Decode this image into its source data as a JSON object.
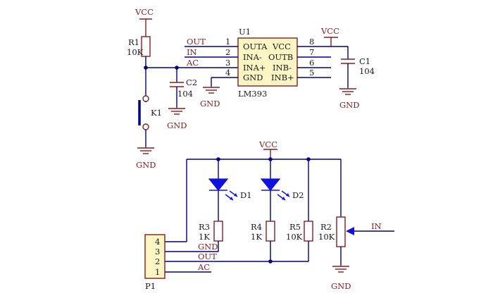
{
  "labels": {
    "vcc": "VCC",
    "gnd": "GND",
    "out": "OUT",
    "in": "IN",
    "ac": "AC"
  },
  "components": {
    "r1": {
      "ref": "R1",
      "value": "10K"
    },
    "r2": {
      "ref": "R2",
      "value": "10K"
    },
    "r3": {
      "ref": "R3",
      "value": "1K"
    },
    "r4": {
      "ref": "R4",
      "value": "1K"
    },
    "r5": {
      "ref": "R5",
      "value": "10K"
    },
    "c1": {
      "ref": "C1",
      "value": "104"
    },
    "c2": {
      "ref": "C2",
      "value": "104"
    },
    "d1": {
      "ref": "D1"
    },
    "d2": {
      "ref": "D2"
    },
    "k1": {
      "ref": "K1"
    },
    "p1": {
      "ref": "P1"
    },
    "u1": {
      "ref": "U1",
      "part": "LM393"
    }
  },
  "u1_pins": {
    "left": [
      {
        "num": "1",
        "name": "OUTA",
        "net": "OUT"
      },
      {
        "num": "2",
        "name": "INA-",
        "net": "IN"
      },
      {
        "num": "3",
        "name": "INA+",
        "net": "AC"
      },
      {
        "num": "4",
        "name": "GND",
        "net": ""
      }
    ],
    "right": [
      {
        "num": "8",
        "name": "VCC"
      },
      {
        "num": "7",
        "name": "OUTB"
      },
      {
        "num": "6",
        "name": "INB-"
      },
      {
        "num": "5",
        "name": "INB+"
      }
    ]
  },
  "p1_pins": [
    "4",
    "3",
    "2",
    "1"
  ],
  "colors": {
    "wire": "#000080",
    "component": "#8a1c1c",
    "led": "#1010e0",
    "ic_fill": "#fdf5c3"
  }
}
